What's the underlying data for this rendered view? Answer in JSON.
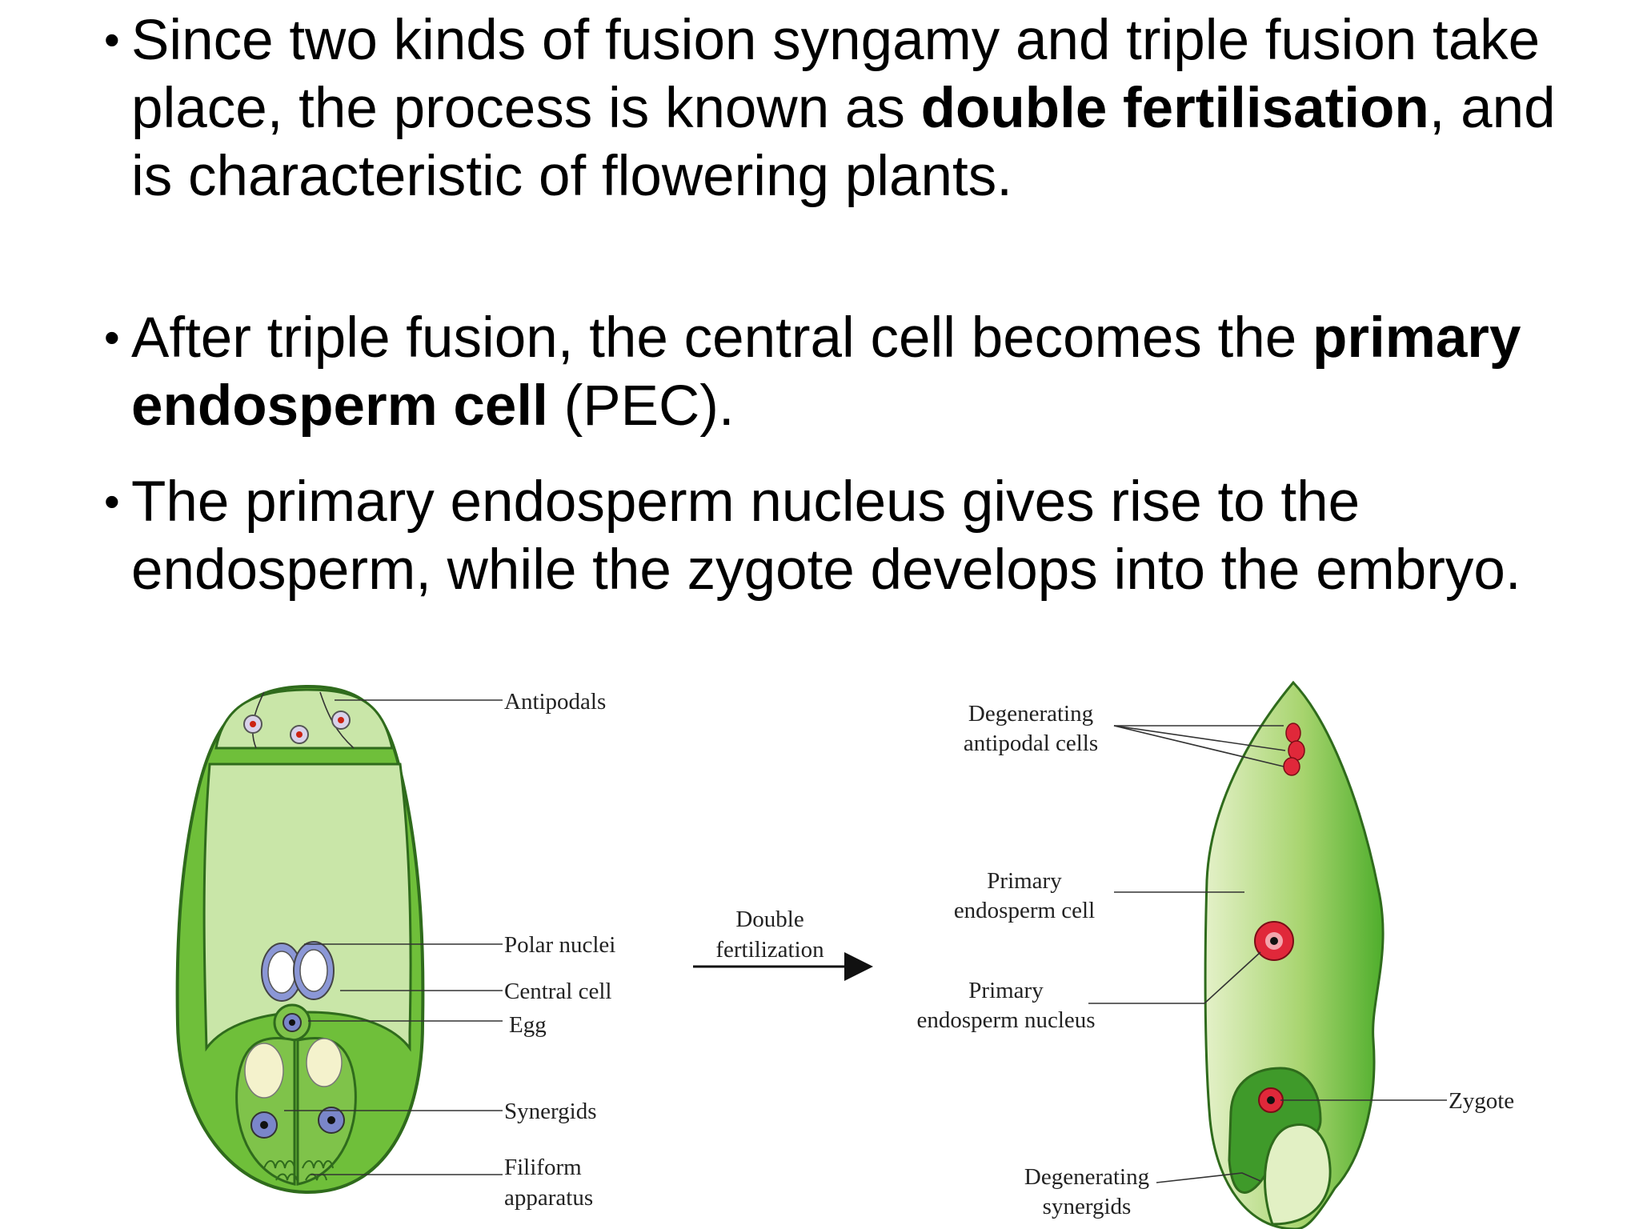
{
  "bullets": [
    {
      "pre": "Since two kinds of fusion syngamy and triple fusion take place, the process is known as ",
      "bold": "double fertilisation",
      "post": ", and is characteristic of flowering plants."
    },
    {
      "pre": "After triple fusion, the central cell becomes the ",
      "bold": "primary endosperm cell",
      "post": " (PEC)."
    },
    {
      "pre": "The primary endosperm nucleus gives rise to the endosperm, while the zygote develops into the embryo.",
      "bold": "",
      "post": ""
    }
  ],
  "diagram": {
    "left_labels": {
      "antipodals": "Antipodals",
      "polar_nuclei": "Polar nuclei",
      "central_cell": "Central cell",
      "egg": "Egg",
      "synergids": "Synergids",
      "filiform_1": "Filiform",
      "filiform_2": "apparatus"
    },
    "arrow": {
      "line1": "Double",
      "line2": "fertilization"
    },
    "right_labels": {
      "degen_antipodal_1": "Degenerating",
      "degen_antipodal_2": "antipodal cells",
      "pec_1": "Primary",
      "pec_2": "endosperm cell",
      "pen_1": "Primary",
      "pen_2": "endosperm nucleus",
      "zygote": "Zygote",
      "degen_syn_1": "Degenerating",
      "degen_syn_2": "synergids"
    },
    "colors": {
      "outer_green": "#6fbf3a",
      "inner_light": "#c9e6a8",
      "outline": "#2f6b1c",
      "nucleus_blue": "#7a86c9",
      "red_nucleus": "#e0283a",
      "dark_green": "#3f9a2a"
    }
  }
}
